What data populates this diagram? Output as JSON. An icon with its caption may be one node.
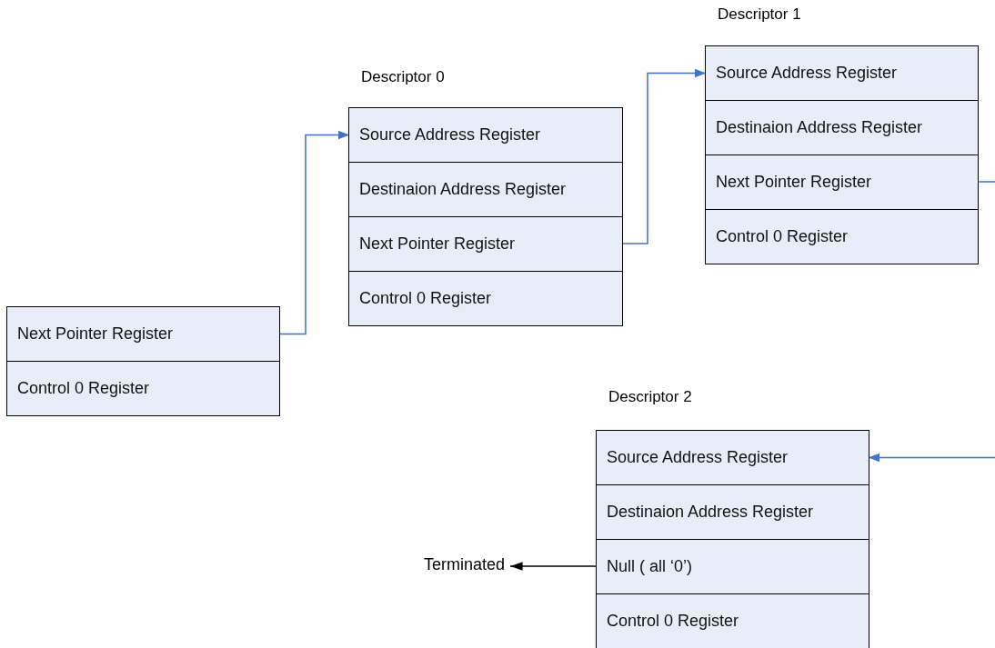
{
  "diagram": {
    "nodes": [
      {
        "text": [],
        "shape": "box"
      },
      {
        "text": [
          "Next Pointer Register"
        ],
        "in": 0
      },
      {
        "text": [
          "Control 0 Register"
        ],
        "in": 0
      },
      {
        "text": [
          "Descriptor 0"
        ]
      },
      {
        "text": [
          "Source Address Register"
        ],
        "in": 3
      },
      {
        "text": [
          "Destinaion Address Register"
        ],
        "in": 3
      },
      {
        "text": [
          "Next Pointer Register"
        ],
        "in": 3
      },
      {
        "text": [
          "Control 0 Register"
        ],
        "in": 3
      },
      {
        "text": [
          "Descriptor 1"
        ]
      },
      {
        "text": [
          "Source Address Register"
        ],
        "in": 8
      },
      {
        "text": [
          "Destinaion Address Register"
        ],
        "in": 8
      },
      {
        "text": [
          "Next Pointer Register"
        ],
        "in": 8
      },
      {
        "text": [
          "Control 0 Register"
        ],
        "in": 8
      },
      {
        "text": [
          "Descriptor 2"
        ]
      },
      {
        "text": [
          "Source Address Register"
        ],
        "in": 13
      },
      {
        "text": [
          "Destinaion Address Register"
        ],
        "in": 13
      },
      {
        "text": [
          "Null ( all ‘0’)"
        ],
        "in": 13
      },
      {
        "text": [
          "Control 0 Register"
        ],
        "in": 13
      },
      {
        "text": [
          "Terminated"
        ]
      }
    ],
    "edges": [
      {
        "from": 1,
        "to": 4,
        "arrow": "to"
      },
      {
        "from": 6,
        "to": 9,
        "arrow": "to"
      },
      {
        "from": 11,
        "to": null,
        "arrow": "none"
      },
      {
        "from": null,
        "to": 14,
        "arrow": "to"
      },
      {
        "from": 16,
        "to": 18,
        "arrow": "to",
        "color": "#000000"
      }
    ]
  }
}
